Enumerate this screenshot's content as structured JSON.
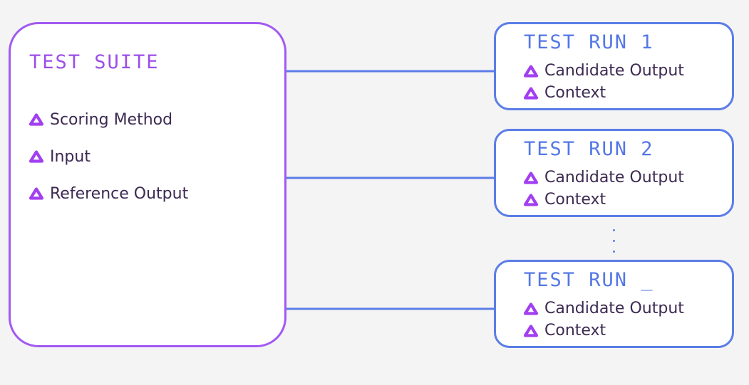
{
  "diagram": {
    "suite": {
      "title": "TEST SUITE",
      "items": [
        {
          "label": "Scoring Method",
          "icon": "triangle-icon"
        },
        {
          "label": "Input",
          "icon": "triangle-icon"
        },
        {
          "label": "Reference Output",
          "icon": "triangle-icon"
        }
      ]
    },
    "runs": [
      {
        "title": "TEST RUN 1",
        "items": [
          {
            "label": "Candidate Output",
            "icon": "triangle-icon"
          },
          {
            "label": "Context",
            "icon": "triangle-icon"
          }
        ]
      },
      {
        "title": "TEST RUN 2",
        "items": [
          {
            "label": "Candidate Output",
            "icon": "triangle-icon"
          },
          {
            "label": "Context",
            "icon": "triangle-icon"
          }
        ]
      },
      {
        "title": "TEST RUN _",
        "items": [
          {
            "label": "Candidate Output",
            "icon": "triangle-icon"
          },
          {
            "label": "Context",
            "icon": "triangle-icon"
          }
        ]
      }
    ],
    "colors": {
      "background": "#f4f4f4",
      "suite_accent": "#a259f2",
      "run_accent": "#5b7de8",
      "icon": "#a23ff0",
      "text": "#3d2a52"
    }
  }
}
